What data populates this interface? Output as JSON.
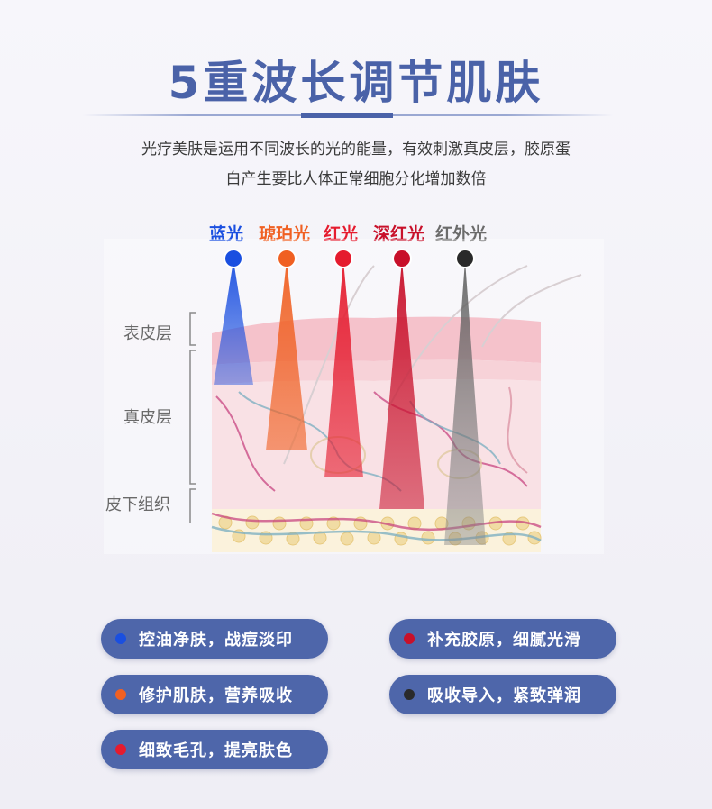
{
  "header": {
    "title": "5重波长调节肌肤",
    "description_line1": "光疗美肤是运用不同波长的光的能量，有效刺激真皮层，胶原蛋",
    "description_line2": "白产生要比人体正常细胞分化增加数倍"
  },
  "lights": [
    {
      "label": "蓝光",
      "color": "#1a4fe0"
    },
    {
      "label": "琥珀光",
      "color": "#f06022"
    },
    {
      "label": "红光",
      "color": "#e51b2e"
    },
    {
      "label": "深红光",
      "color": "#c8102a"
    },
    {
      "label": "红外光",
      "color": "#6b6b6b"
    }
  ],
  "layers": {
    "epidermis": "表皮层",
    "dermis": "真皮层",
    "subcutaneous": "皮下组织"
  },
  "benefits": [
    {
      "text": "控油净肤，战痘淡印",
      "dot_color": "#1a4fe0"
    },
    {
      "text": "补充胶原，细腻光滑",
      "dot_color": "#c8102a"
    },
    {
      "text": "修护肌肤，营养吸收",
      "dot_color": "#f06022"
    },
    {
      "text": "吸收导入，紧致弹润",
      "dot_color": "#2a2a2a"
    },
    {
      "text": "细致毛孔，提亮肤色",
      "dot_color": "#e51b2e"
    }
  ]
}
